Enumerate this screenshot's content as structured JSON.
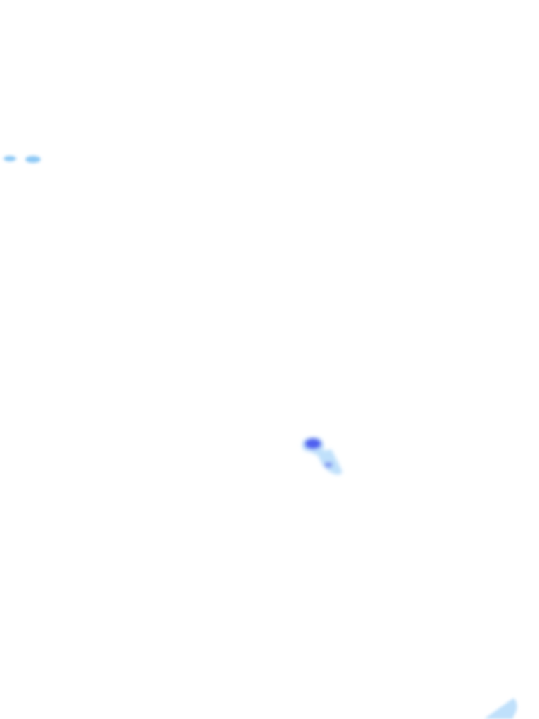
{
  "map": {
    "type": "precipitation-radar-overlay",
    "background_color": "#ffffff",
    "colors": {
      "light": "#bfe0fb",
      "moderate": "#8cc8f5",
      "heavy": "#5060f0"
    },
    "cells": [
      {
        "id": "cell-northwest-a",
        "intensity": "moderate"
      },
      {
        "id": "cell-northwest-b",
        "intensity": "moderate"
      },
      {
        "id": "cell-central",
        "intensity": "heavy"
      },
      {
        "id": "cell-southeast",
        "intensity": "light"
      }
    ]
  }
}
